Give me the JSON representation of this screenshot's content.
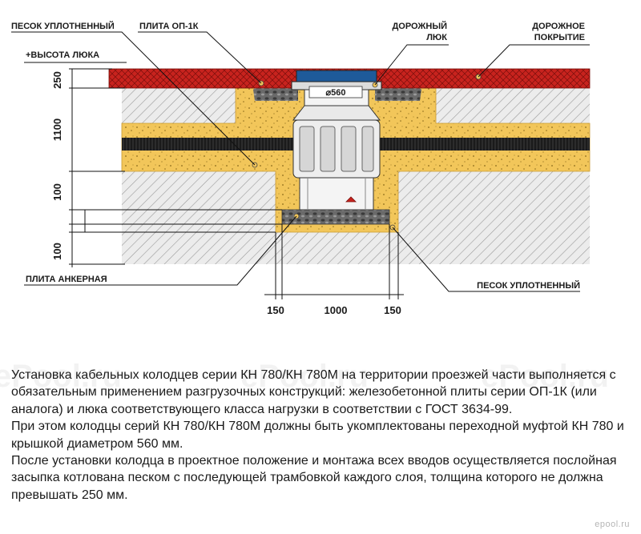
{
  "diagram": {
    "labels": {
      "sand_top": "ПЕСОК УПЛОТНЕННЫЙ",
      "slab": "ПЛИТА ОП-1К",
      "hatch_line1": "ДОРОЖНЫЙ",
      "hatch_line2": "ЛЮК",
      "road_line1": "ДОРОЖНОЕ",
      "road_line2": "ПОКРЫТИЕ",
      "hatch_height": "+ВЫСОТА ЛЮКА",
      "anchor_slab": "ПЛИТА АНКЕРНАЯ",
      "sand_bottom": "ПЕСОК УПЛОТНЕННЫЙ",
      "diameter": "⌀560"
    },
    "dimensions": {
      "v_250": "250",
      "v_1100": "1100",
      "v_100_top": "100",
      "v_100_bottom": "100",
      "h_150_left": "150",
      "h_1000": "1000",
      "h_150_right": "150"
    },
    "colors": {
      "road": "#c8231e",
      "sand": "#f2c65a",
      "hatching": "#d8d8d8",
      "pipe": "#1b1b1b",
      "gravel": "#5a5a5a"
    }
  },
  "text": {
    "p1": "Установка кабельных колодцев серии КН 780/КН 780М на территории проезжей части выполняется с обязательным применением разгрузочных конструкций: железобетонной плиты серии ОП-1К (или аналога) и люка соответствующего класса нагрузки в соответствии с ГОСТ 3634-99.",
    "p2": "При этом колодцы серий КН 780/КН 780М должны быть укомплектованы переходной муфтой КН 780 и  крышкой диаметром 560 мм.",
    "p3": "После установки колодца в проектное положение и монтажа всех вводов осуществляется послойная засыпка котлована песком с последующей трамбовкой каждого слоя, толщина которого не должна превышать 250 мм."
  },
  "watermark": "epool.ru",
  "watermark_faint": "ePool.ru"
}
